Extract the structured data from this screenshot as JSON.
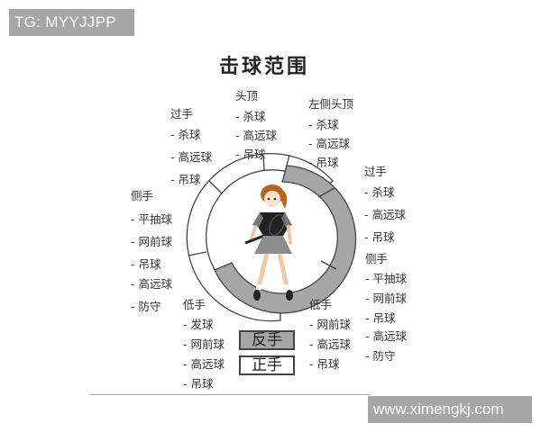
{
  "watermarks": {
    "top": "TG: MYYJJPP",
    "bottom": "www.ximengkj.com"
  },
  "title": "击球范围",
  "groups": {
    "top_left_overhand": {
      "heading": "过手",
      "items": [
        "杀球",
        "高远球",
        "吊球"
      ]
    },
    "top_overhead": {
      "heading": "头顶",
      "items": [
        "杀球",
        "高远球",
        "吊球"
      ]
    },
    "top_right_left_overhead": {
      "heading": "左侧头顶",
      "items": [
        "杀球",
        "高远球",
        "吊球"
      ]
    },
    "right_overhand": {
      "heading": "过手",
      "items": [
        "杀球",
        "高远球",
        "吊球"
      ]
    },
    "left_side": {
      "heading": "侧手",
      "items": [
        "平抽球",
        "网前球",
        "吊球",
        "高远球",
        "防守"
      ]
    },
    "right_side": {
      "heading": "侧手",
      "items": [
        "平抽球",
        "网前球",
        "吊球",
        "高远球",
        "防守"
      ]
    },
    "bottom_left_underhand": {
      "heading": "低手",
      "items": [
        "发球",
        "网前球",
        "高远球",
        "吊球"
      ]
    },
    "bottom_right_underhand": {
      "heading": "低手",
      "items": [
        "网前球",
        "高远球",
        "吊球"
      ]
    }
  },
  "legend": {
    "backhand": {
      "label": "反手",
      "color": "#a6a6a6"
    },
    "forehand": {
      "label": "正手",
      "color": "#ffffff"
    }
  },
  "colors": {
    "backhand_gray": "#a6a6a6",
    "outline": "#444444"
  }
}
